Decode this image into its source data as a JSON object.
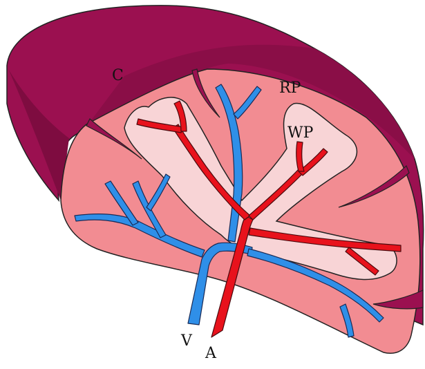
{
  "labels": {
    "capsule": "C",
    "red_pulp": "RP",
    "white_pulp": "WP",
    "vein": "V",
    "artery": "A"
  },
  "colors": {
    "capsule": "#9b1050",
    "capsule_dark": "#7e0c40",
    "red_pulp": "#f28c92",
    "white_pulp": "#f8d4d6",
    "artery": "#e8121c",
    "vein": "#2f8fe8",
    "outline": "#222222"
  }
}
